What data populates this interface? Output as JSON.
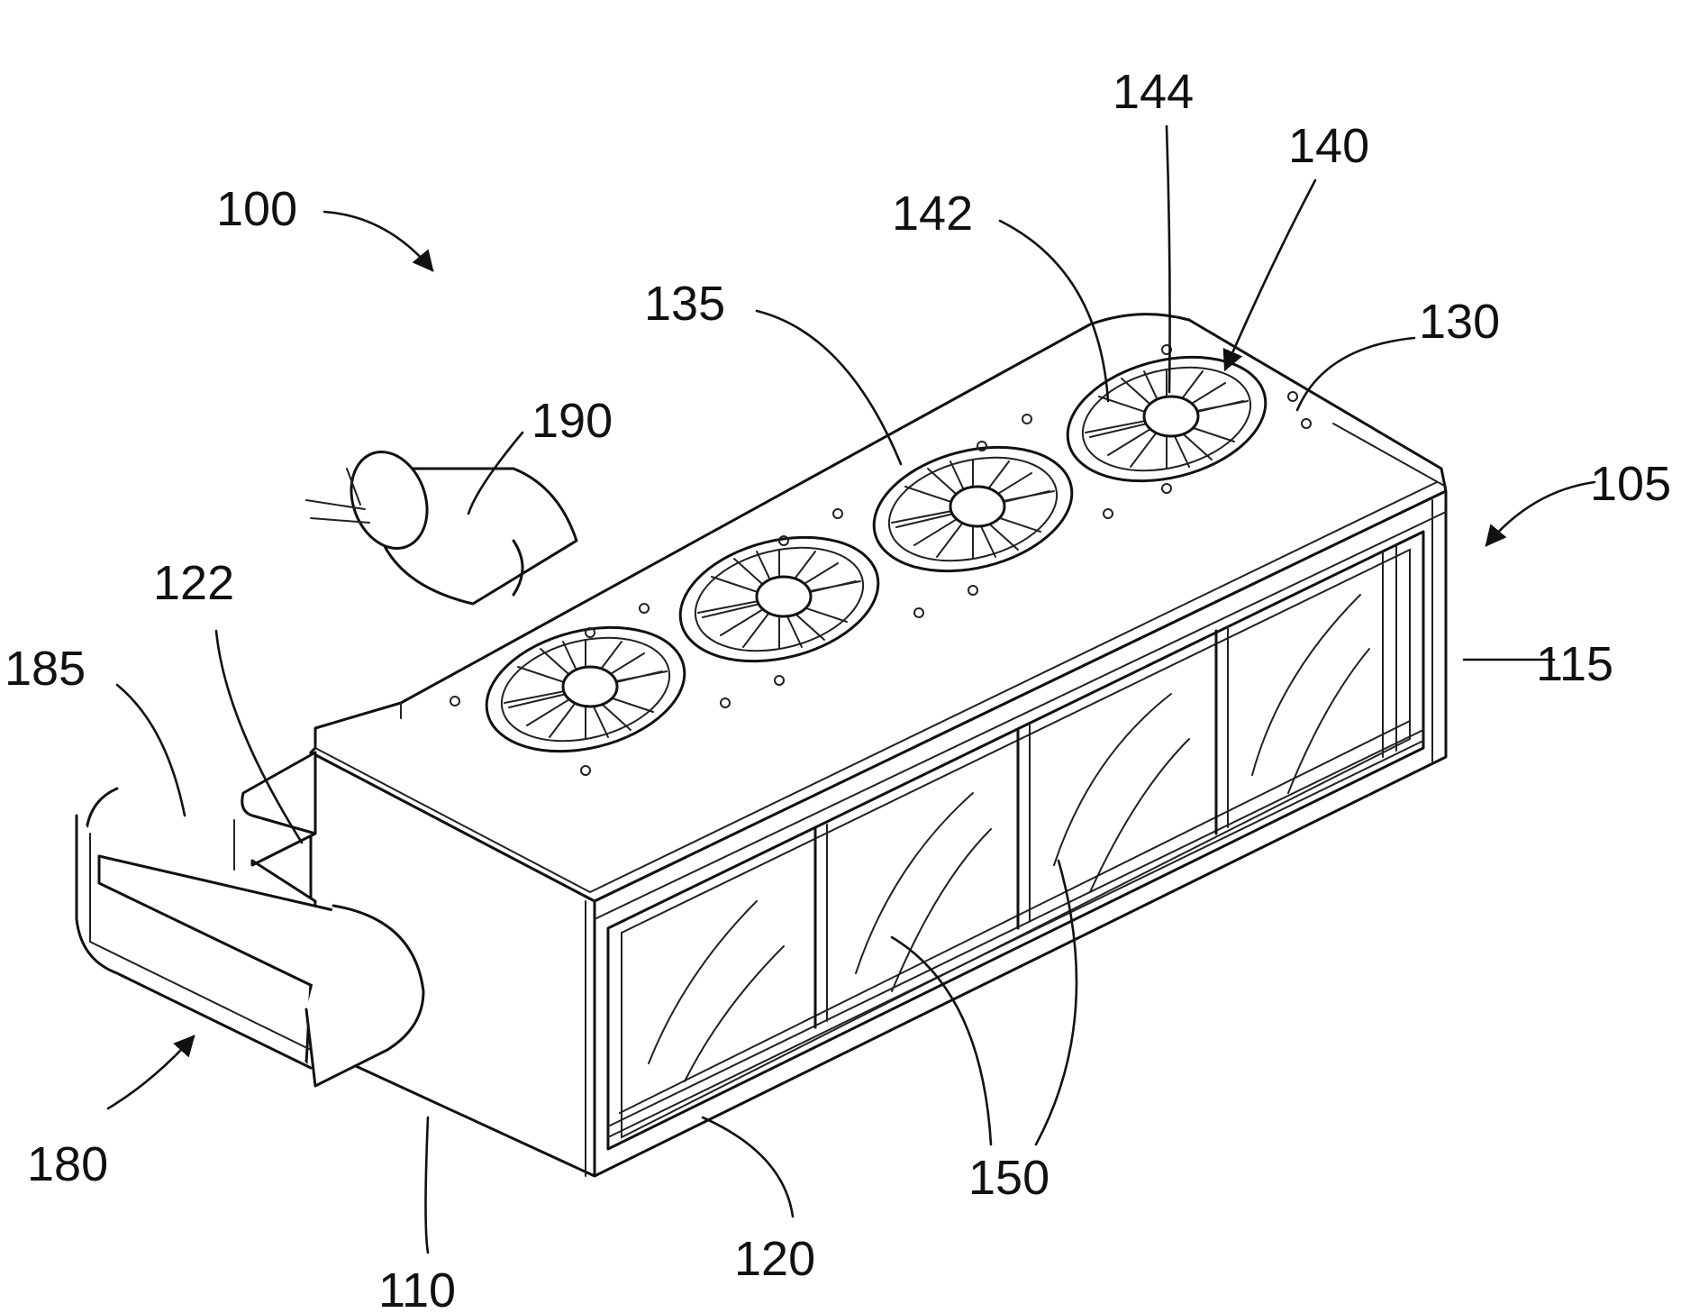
{
  "labels": {
    "l100": "100",
    "l105": "105",
    "l110": "110",
    "l115": "115",
    "l120": "120",
    "l122": "122",
    "l130": "130",
    "l135": "135",
    "l140": "140",
    "l142": "142",
    "l144": "144",
    "l150": "150",
    "l180": "180",
    "l185": "185",
    "l190": "190"
  },
  "colors": {
    "line": "#111111",
    "background": "#ffffff"
  }
}
